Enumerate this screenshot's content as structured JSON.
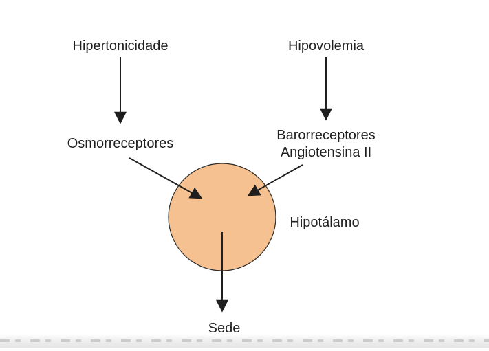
{
  "nodes": {
    "hypertonicity": "Hipertonicidade",
    "hypovolemia": "Hipovolemia",
    "osmoreceptors": "Osmorreceptores",
    "baroreceptors": "Barorreceptores",
    "angiotensin": "Angiotensina II",
    "hypothalamus": "Hipotálamo",
    "thirst": "Sede"
  },
  "colors": {
    "hypothalamus_fill": "#f6c191",
    "hypothalamus_stroke": "#2a2a2a",
    "text": "#1f1f1f",
    "arrow": "#1f1f1f"
  }
}
